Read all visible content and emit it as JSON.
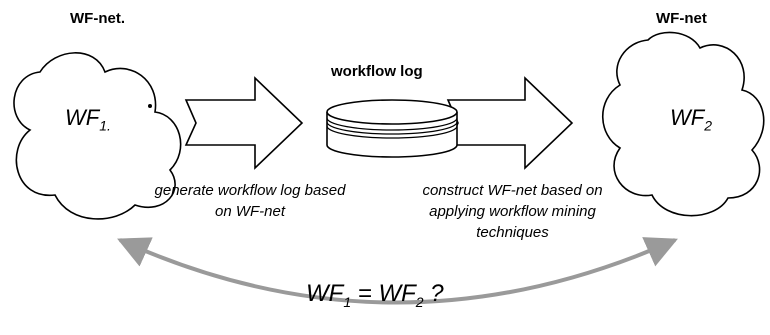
{
  "left_net": {
    "title": "WF-net.",
    "name": "WF",
    "subscript": "1."
  },
  "right_net": {
    "title": "WF-net",
    "name": "WF",
    "subscript": "2"
  },
  "log": {
    "title": "workflow log"
  },
  "steps": {
    "generate": "generate workflow log based on WF-net",
    "construct": "construct WF-net based on applying workflow mining techniques"
  },
  "question": {
    "lhs": "WF",
    "lhs_sub": "1",
    "op": "=",
    "rhs": "WF",
    "rhs_sub": "2",
    "mark": "?"
  }
}
